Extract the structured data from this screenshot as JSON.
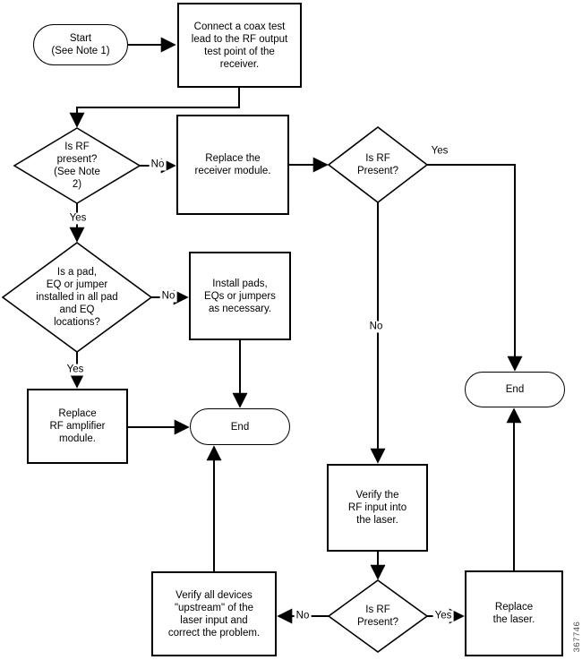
{
  "figure": {
    "number": "367746"
  },
  "colors": {
    "line": "#000000",
    "background": "#ffffff",
    "figure_number": "#4d4d4d"
  },
  "nodes": {
    "start": "Start\n(See Note 1)",
    "connect_coax": "Connect a coax test\nlead to the RF output\ntest point of the\nreceiver.",
    "is_rf_present_1": "Is RF\npresent?\n(See Note\n2)",
    "replace_receiver": "Replace the\nreceiver module.",
    "is_rf_present_right": "Is RF\nPresent?",
    "is_pad_eq_jumper": "Is a pad,\nEQ or jumper\ninstalled in all pad\nand EQ\nlocations?",
    "install_pads": "Install pads,\nEQs or jumpers\nas necessary.",
    "replace_rf_amp": "Replace\nRF amplifier\nmodule.",
    "end_left": "End",
    "end_right": "End",
    "verify_rf_input": "Verify the\nRF input into\nthe laser.",
    "is_rf_present_bottom": "Is RF\nPresent?",
    "replace_laser": "Replace\nthe laser.",
    "verify_upstream": "Verify all devices\n\"upstream\" of the\nlaser input and\ncorrect the problem."
  },
  "edge_labels": {
    "no_1": "No",
    "yes_1": "Yes",
    "no_pad": "No",
    "yes_pad": "Yes",
    "yes_right": "Yes",
    "no_right": "No",
    "no_bottom": "No",
    "yes_bottom": "Yes"
  }
}
